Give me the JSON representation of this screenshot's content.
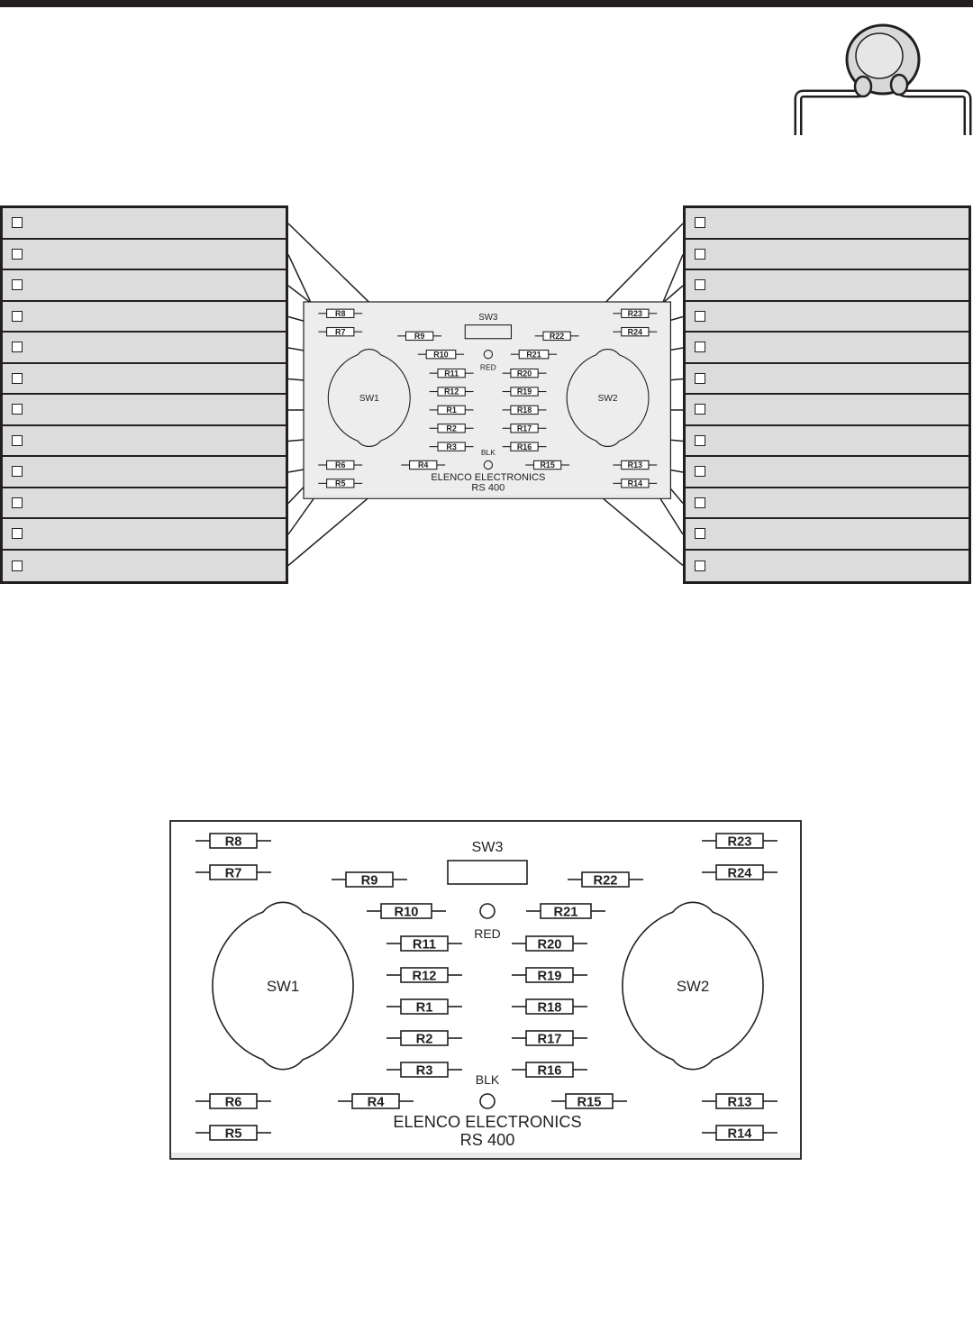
{
  "small_board": {
    "switch_labels": [
      "SW1",
      "SW2",
      "SW3"
    ],
    "led_labels": [
      "RED",
      "BLK"
    ],
    "brand": "ELENCO  ELECTRONICS",
    "model": "RS  400",
    "resistor_labels": [
      "R1",
      "R2",
      "R3",
      "R4",
      "R5",
      "R6",
      "R7",
      "R8",
      "R9",
      "R10",
      "R11",
      "R12",
      "R13",
      "R14",
      "R15",
      "R16",
      "R17",
      "R18",
      "R19",
      "R20",
      "R21",
      "R22",
      "R23",
      "R24"
    ]
  },
  "large_board": {
    "switch_labels": [
      "SW1",
      "SW2",
      "SW3"
    ],
    "led_labels": [
      "RED",
      "BLK"
    ],
    "brand": "ELENCO  ELECTRONICS",
    "model": "RS  400",
    "resistor_labels": [
      "R1",
      "R2",
      "R3",
      "R4",
      "R5",
      "R6",
      "R7",
      "R8",
      "R9",
      "R10",
      "R11",
      "R12",
      "R13",
      "R14",
      "R15",
      "R16",
      "R17",
      "R18",
      "R19",
      "R20",
      "R21",
      "R22",
      "R23",
      "R24"
    ]
  },
  "left_checklist": {
    "rows": 12
  },
  "right_checklist": {
    "rows": 12
  },
  "icons": [
    "capacitor-icon",
    "checkbox-icon",
    "resistor-icon",
    "switch-icon",
    "led-icon"
  ]
}
